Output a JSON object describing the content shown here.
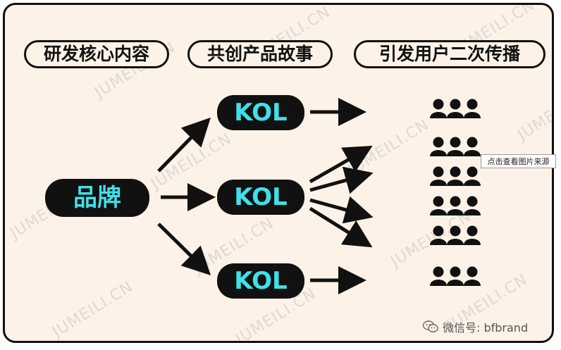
{
  "stages": [
    {
      "label": "研发核心内容"
    },
    {
      "label": "共创产品故事"
    },
    {
      "label": "引发用户二次传播"
    }
  ],
  "brand_node": {
    "label": "品牌"
  },
  "kol_nodes": [
    {
      "label": "KOL"
    },
    {
      "label": "KOL"
    },
    {
      "label": "KOL"
    }
  ],
  "audience_groups": 6,
  "watermark_text": "JUMEILI.CN",
  "tooltip": {
    "label": "点击查看图片来源"
  },
  "footer": {
    "account": "微信号: bfbrand"
  },
  "colors": {
    "background": "#fdf2e8",
    "node_fill": "#111111",
    "node_text": "#3fe0e8",
    "border": "#111111"
  }
}
